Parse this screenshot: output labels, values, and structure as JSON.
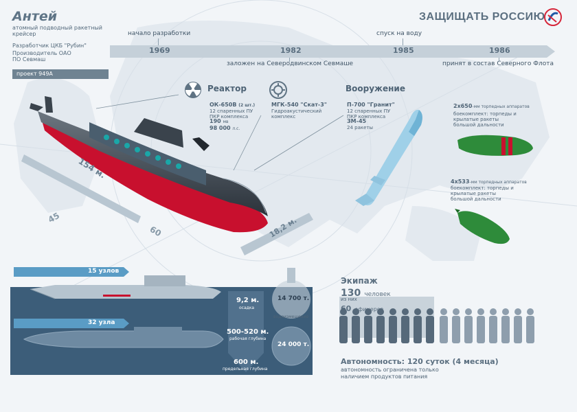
{
  "title": {
    "name": "Антей",
    "subtitle": "атомный подводный ракетный крейсер",
    "developer": "Разработчик ЦКБ \"Рубин\"",
    "manufacturer": "Производитель ОАО ПО Севмаш",
    "project": "проект 949А"
  },
  "brand": {
    "title": "ЗАЩИЩАТЬ РОССИЮ"
  },
  "timeline": [
    {
      "year": "1969",
      "label": "начало разработки"
    },
    {
      "year": "1982",
      "label": "заложен на Северодвинском Севмаше"
    },
    {
      "year": "1985",
      "label": "спуск на воду"
    },
    {
      "year": "1986",
      "label": "принят в состав Северного Флота"
    }
  ],
  "reactor": {
    "title": "Реактор",
    "model": "ОК-650В",
    "model_qty": "(2 шт.)",
    "note": "12 спаренных ПУ ПКР комплекса",
    "power_mw": "190",
    "power_mw_unit": "мв",
    "power_hp": "98 000",
    "power_hp_unit": "л.с."
  },
  "sonar": {
    "name": "МГК-540 \"Скат-3\"",
    "desc": "Гидроакустический комплекс"
  },
  "armament": {
    "title": "Вооружение",
    "missile": "П-700 \"Гранит\"",
    "missile_desc": "12 спаренных ПУ ПКР комплекса",
    "missile_code": "ЗМ-45",
    "missile_count": "24 ракеты",
    "torp1_title": "2х650",
    "torp1_title_suffix": "-мм торпедных аппаратов",
    "torp1_desc": "боекомплект: торпеды и крылатые ракеты большой дальности",
    "torp2_title": "4х533",
    "torp2_title_suffix": "-мм торпедных аппаратов",
    "torp2_desc": "боекомплект: торпеды и крылатые ракеты большой дальности"
  },
  "dimensions": {
    "length": "154 м.",
    "width": "18,2 м.",
    "dial1": "45",
    "dial2": "60"
  },
  "speed": {
    "surface": "15 узлов",
    "submerged": "32 узла"
  },
  "depth": {
    "draft": "9,2 м.",
    "draft_label": "осадка",
    "working": "500-520 м.",
    "working_label": "рабочая глубина",
    "max": "600 м.",
    "max_label": "предельная глубина"
  },
  "displacement": {
    "surface": "14 700 т.",
    "label": "водоизмещение",
    "submerged": "24 000 т."
  },
  "crew": {
    "title": "Экипаж",
    "count": "130",
    "count_label": "человек",
    "of_them": "из них",
    "officers": "60",
    "officers_label": "офицеров"
  },
  "autonomy": {
    "title": "Автономность:",
    "value": "120 суток (4 месяца)",
    "note": "автономность ограничена только наличием продуктов питания"
  },
  "colors": {
    "accent": "#5b6f80",
    "hull_red": "#c8102e",
    "water": "#3c5d79",
    "torpedo": "#2e8b3a"
  }
}
